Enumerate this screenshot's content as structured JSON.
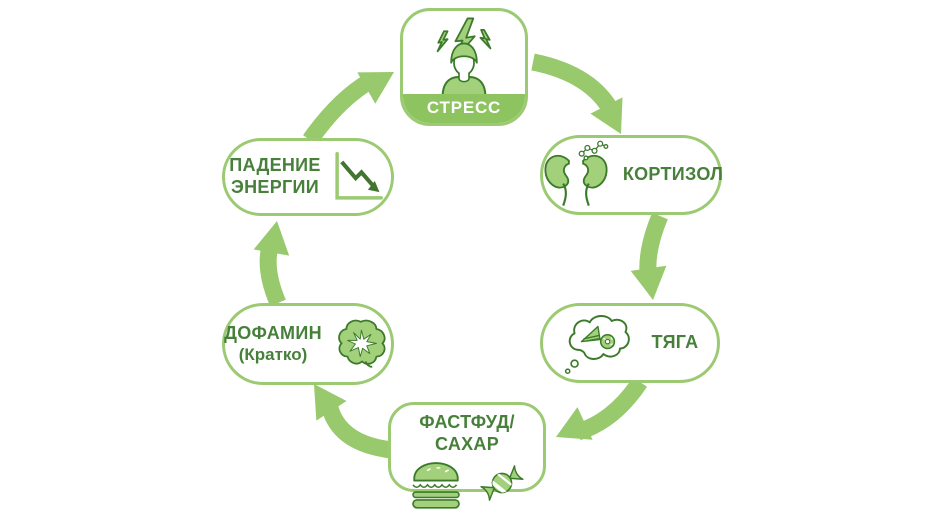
{
  "diagram": {
    "type": "cycle",
    "language": "ru",
    "nodes": {
      "stress": {
        "label": "СТРЕСС",
        "icon": "stressed-person-icon"
      },
      "cortisol": {
        "label": "КОРТИЗОЛ",
        "icon": "kidneys-molecule-icon"
      },
      "craving": {
        "label": "ТЯГА",
        "icon": "thought-bubble-sweets-icon"
      },
      "fastfood": {
        "label": "ФАСТФУД/САХАР",
        "icon": "burger-and-candy-icon"
      },
      "dopamine": {
        "label": "ДОФАМИН",
        "sublabel": "(Кратко)",
        "icon": "brain-spark-icon"
      },
      "energy_drop": {
        "label_line1": "ПАДЕНИЕ",
        "label_line2": "ЭНЕРГИИ",
        "icon": "declining-chart-icon"
      }
    },
    "flow_clockwise": [
      "СТРЕСС",
      "КОРТИЗОЛ",
      "ТЯГА",
      "ФАСТФУД/САХАР",
      "ДОФАМИН (Кратко)",
      "ПАДЕНИЕ ЭНЕРГИИ"
    ],
    "colors": {
      "arrow_green": "#98c96c",
      "border_green": "#9cca72",
      "text_green": "#47803a",
      "icon_stroke_green": "#3c7a2b",
      "icon_fill_green": "#a3d17b",
      "banner_green": "#8dc45f",
      "banner_text": "#ffffff",
      "background": "#ffffff"
    }
  }
}
